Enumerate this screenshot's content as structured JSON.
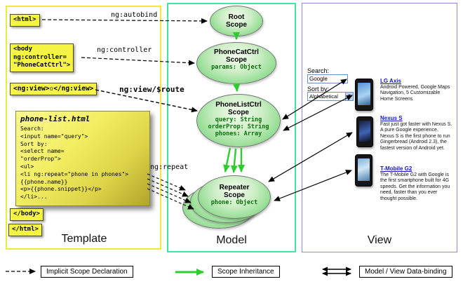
{
  "colors": {
    "template_border": "#efe93e",
    "model_border": "#3fe7a0",
    "view_border": "#8d8dd0",
    "tag_yellow": "#f6f442",
    "scope_green": "#90dc90",
    "inheritance_arrow_green": "#2ecc2e",
    "link_blue": "#1515c8",
    "prop_green": "#0a700a"
  },
  "template": {
    "label": "Template",
    "html_open": "<html>",
    "body_open_lines": [
      "<body",
      "ng:controller=",
      "\"PhoneCatCtrl\">"
    ],
    "ng_view_tag": "<ng:view>▫</ng:view>",
    "body_close": "</body>",
    "html_close": "</html>",
    "note": {
      "title": "phone-list.html",
      "lines": [
        "Search:",
        "<input name=\"query\">",
        "Sort by:",
        "<select name=",
        "\"orderProp\">",
        "<ul>",
        "<li ng:repeat=\"phone in phones\">",
        "{{phone.name}}",
        "<p>{{phone.snippet}}</p>",
        "</li>..."
      ]
    }
  },
  "annotations": {
    "ng_autobind": "ng:autobind",
    "ng_controller": "ng:controller",
    "ng_view_route": "ng:view/$route",
    "ng_repeat": "ng:repeat"
  },
  "model": {
    "label": "Model",
    "scopes": [
      {
        "name": "Root Scope",
        "props": []
      },
      {
        "name": "PhoneCatCtrl Scope",
        "props": [
          "params: Object"
        ]
      },
      {
        "name": "PhoneListCtrl Scope",
        "props": [
          "query: String",
          "orderProp: String",
          "phones: Array"
        ]
      },
      {
        "name": "Repeater Scope",
        "props": [
          "phone: Object"
        ]
      }
    ]
  },
  "view": {
    "label": "View",
    "search_label": "Search:",
    "search_value": "Google",
    "sort_label": "Sort by:",
    "sort_value": "Alphabetical",
    "phones": [
      {
        "name": "LG Axis",
        "description": "Android Powered, Google Maps Navigation, 5 Customizable Home Screens"
      },
      {
        "name": "Nexus S",
        "description": "Fast just got faster with Nexus S. A pure Google experience, Nexus S is the first phone to run Gingerbread (Android 2.3), the fastest version of Android yet."
      },
      {
        "name": "T-Mobile G2",
        "description": "The T-Mobile G2 with Google is the first smartphone built for 4G speeds. Get the information you need, faster than you ever thought possible."
      }
    ]
  },
  "legend": {
    "implicit": "Implicit Scope Declaration",
    "inheritance": "Scope Inheritance",
    "binding": "Model / View Data-binding"
  }
}
